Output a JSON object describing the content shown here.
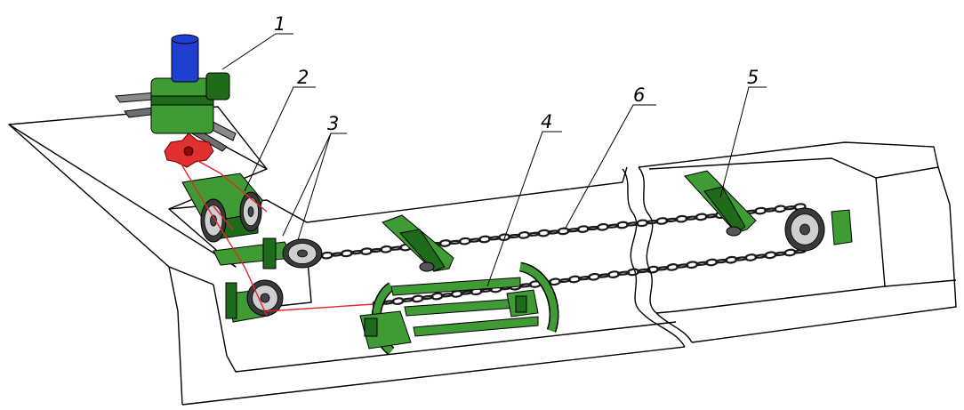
{
  "colors": {
    "frame": "#3f9c35",
    "frame_dark": "#1f6b1c",
    "motor": "#1f3fd1",
    "sprocket": "#e03030",
    "rope": "#e02828",
    "wheel": "#3a3a3a"
  },
  "callouts": [
    {
      "id": "drive",
      "label": "1"
    },
    {
      "id": "tensioner",
      "label": "2"
    },
    {
      "id": "guide-pulleys",
      "label": "3"
    },
    {
      "id": "carriage",
      "label": "4"
    },
    {
      "id": "end-support",
      "label": "5"
    },
    {
      "id": "chain",
      "label": "6"
    }
  ]
}
